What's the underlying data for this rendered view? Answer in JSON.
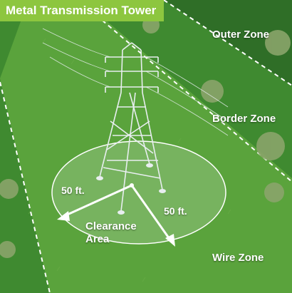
{
  "title": "Metal Transmission Tower",
  "zones": {
    "outer": "Outer Zone",
    "border": "Border Zone",
    "wire": "Wire Zone"
  },
  "measurements": {
    "left": "50 ft.",
    "right": "50 ft."
  },
  "clearance": {
    "line1": "Clearance",
    "line2": "Area"
  },
  "colors": {
    "title_banner": "#8dc63f",
    "wire_zone_grass": "#5aa33c",
    "border_zone_grass": "#3f8a30",
    "outer_zone_grass": "#2f6e27",
    "zone_boundary": "#ffffff",
    "tower": "#e8eef0"
  }
}
